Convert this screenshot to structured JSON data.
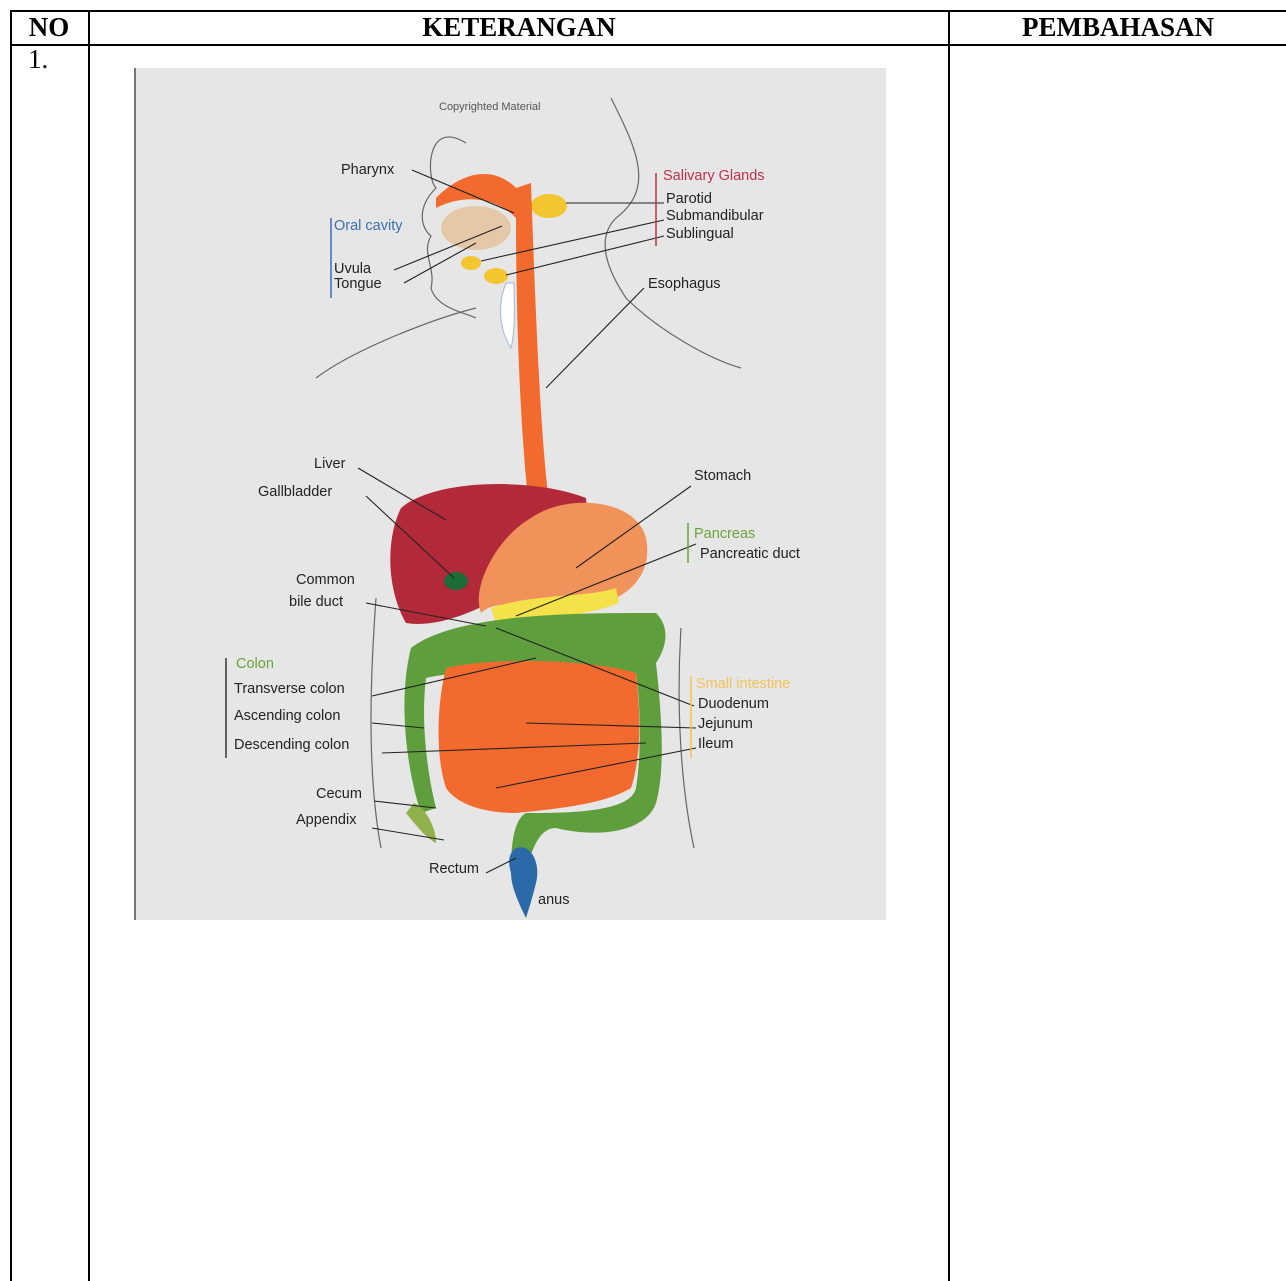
{
  "table": {
    "headers": {
      "no": "NO",
      "keterangan": "KETERANGAN",
      "pembahasan": "PEMBAHASAN"
    },
    "rows": [
      {
        "no": "1.",
        "pembahasan": ""
      }
    ]
  },
  "figure": {
    "watermark": "Copyrighted Material",
    "labels": {
      "pharynx": "Pharynx",
      "oral_cavity": "Oral cavity",
      "uvula": "Uvula",
      "tongue": "Tongue",
      "salivary_glands": "Salivary Glands",
      "parotid": "Parotid",
      "submandibular": "Submandibular",
      "sublingual": "Sublingual",
      "esophagus": "Esophagus",
      "liver": "Liver",
      "gallbladder": "Gallbladder",
      "stomach": "Stomach",
      "pancreas": "Pancreas",
      "pancreatic_duct": "Pancreatic duct",
      "common_bile_duct_1": "Common",
      "common_bile_duct_2": "bile duct",
      "colon": "Colon",
      "transverse_colon": "Transverse colon",
      "ascending_colon": "Ascending colon",
      "descending_colon": "Descending colon",
      "small_intestine": "Small intestine",
      "duodenum": "Duodenum",
      "jejunum": "Jejunum",
      "ileum": "Ileum",
      "cecum": "Cecum",
      "appendix": "Appendix",
      "rectum": "Rectum",
      "anus": "anus"
    },
    "colors": {
      "background": "#e6e6e6",
      "digestive_tract": "#f26a2e",
      "liver": "#b22a3a",
      "colon": "#5e9e3c",
      "salivary": "#f3c52e",
      "rectum": "#2b6aa8"
    }
  }
}
